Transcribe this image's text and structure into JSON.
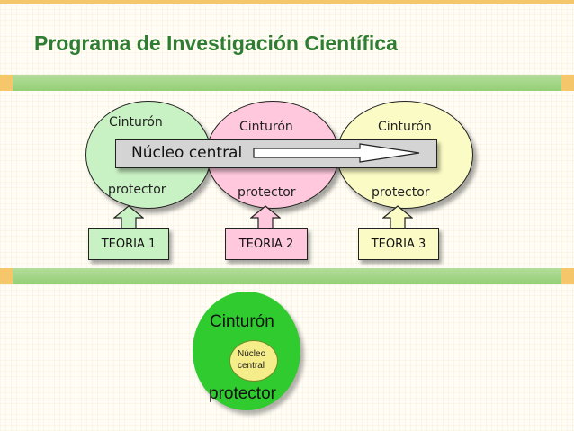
{
  "title": "Programa de Investigación Científica",
  "belts": [
    {
      "top": "Cinturón",
      "bottom": "protector"
    },
    {
      "top": "Cinturón",
      "bottom": "protector"
    },
    {
      "top": "Cinturón",
      "bottom": "protector"
    }
  ],
  "core_bar": "Núcleo central",
  "theories": [
    "TEORIA 1",
    "TEORIA 2",
    "TEORIA 3"
  ],
  "single": {
    "top": "Cinturón",
    "bottom": "protector",
    "core_line1": "Núcleo",
    "core_line2": "central"
  },
  "colors": {
    "title": "#2e7d32",
    "band": "#9fd47f",
    "belt1": "#c9f2c4",
    "belt2": "#ffc8dc",
    "belt3": "#fbfbc6",
    "core_bar": "#d4d4d4",
    "outer_circle": "#2fcb2f",
    "inner_circle": "#f5ec8a"
  }
}
